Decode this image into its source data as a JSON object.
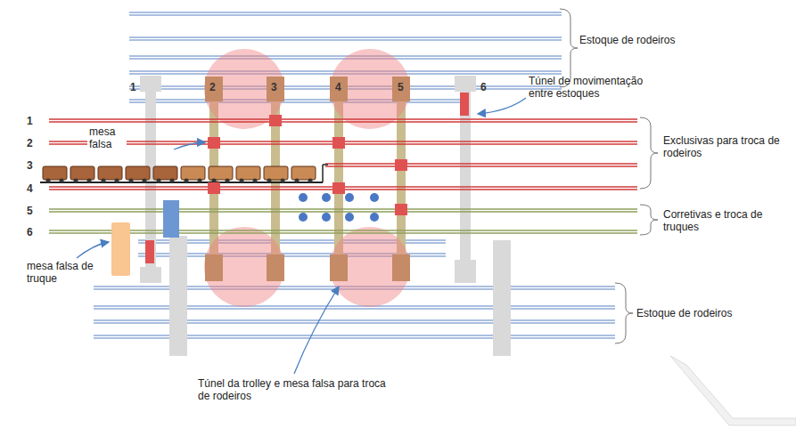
{
  "diagram": {
    "labels": [
      "1",
      "2",
      "3",
      "4",
      "5",
      "6",
      "Estoque de rodeiros",
      "Túnel de movimentação entre estoques",
      "1",
      "2",
      "3",
      "4",
      "5",
      "6",
      "mesa falsa",
      "Exclusivas para troca de rodeiros",
      "Corretivas e troca de truques",
      "mesa falsa de truque",
      "Estoque de rodeiros",
      "Túnel da trolley e mesa falsa para troca de rodeiros"
    ]
  }
}
